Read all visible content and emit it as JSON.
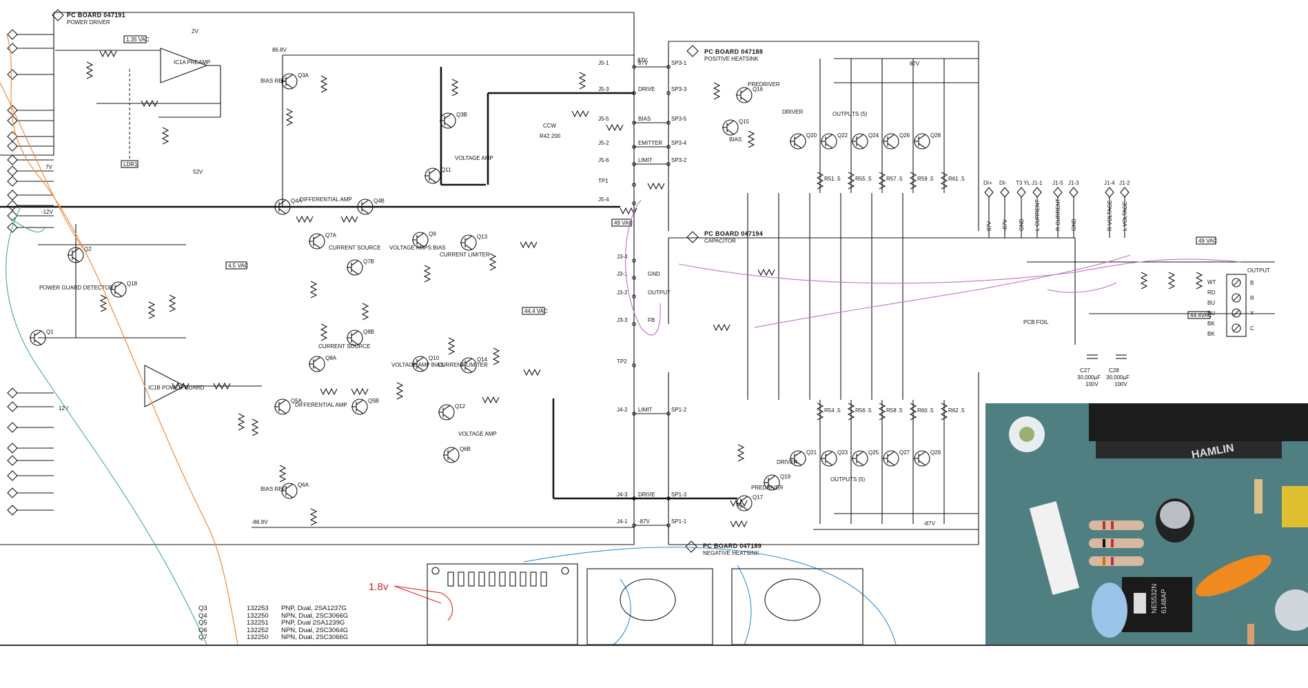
{
  "boards": {
    "power_driver": {
      "title": "PC BOARD 047191",
      "sub": "POWER DRIVER"
    },
    "positive_heatsink": {
      "title": "PC BOARD 047188",
      "sub": "POSITIVE HEATSINK"
    },
    "capacitor": {
      "title": "PC BOARD 047194",
      "sub": "CAPACITOR"
    },
    "negative_heatsink": {
      "title": "PC BOARD 047189",
      "sub": "NEGATIVE HEATSINK"
    }
  },
  "voltage_boxes": {
    "v135": "1.35 VAC",
    "v45": "4.5 VAC",
    "v49a": "49 VAC",
    "v444a": "44.4 VAC",
    "v49b": "49 VAC",
    "v444b": "44.4VAC"
  },
  "labels": {
    "preamp": "IC1A PREAMP",
    "power_guard_ic": "IC1B POWER GUARD",
    "power_guard_detector": "POWER GUARD DETECTOR",
    "ldr": "LDR1",
    "diff_amp_top": "DIFFERENTIAL AMP",
    "diff_amp_bot": "DIFFERENTIAL AMP",
    "current_source_top": "CURRENT SOURCE",
    "current_source_bot": "CURRENT SOURCE",
    "voltage_amp_top": "VOLTAGE AMP",
    "voltage_amp_bot": "VOLTAGE AMP",
    "voltage_amps_bias": "VOLTAGE AMPS BIAS",
    "voltage_amp_bias2": "VOLTAGE AMP BIAS",
    "current_limiter_top": "CURRENT LIMITER",
    "current_limiter_bot": "CURRENT LIMITER",
    "bias_ref_top": "BIAS REF",
    "bias_ref_bot": "BIAS REF",
    "predriver_top": "PREDRIVER",
    "predriver_bot": "PREDRIVER",
    "driver_top": "DRIVER",
    "driver_bot": "DRIVER",
    "outputs_top": "OUTPUTS (5)",
    "outputs_bot": "OUTPUTS (5)",
    "bias": "BIAS",
    "pcb_foil": "PCB FOIL",
    "output": "OUTPUT",
    "ccw": "CCW",
    "r42": "R42 200"
  },
  "connectors": {
    "j5": [
      "J5-1",
      "J5-3",
      "J5-5",
      "J5-2",
      "J5-6",
      "TP1",
      "J5-4"
    ],
    "j5_fn": [
      "87V",
      "DRIVE",
      "BIAS",
      "EMITTER",
      "LIMIT"
    ],
    "sp3": [
      "SP3-1",
      "SP3-3",
      "SP3-5",
      "SP3-4",
      "SP3-2"
    ],
    "j3": [
      "J3-1",
      "J3-2",
      "J3-3",
      "J3-4"
    ],
    "j3_fn": [
      "GND",
      "OUTPUT",
      "FB"
    ],
    "j4": [
      "J4-2",
      "J4-3",
      "J4-1",
      "TP2"
    ],
    "j4_fn": [
      "LIMIT",
      "DRIVE",
      "-87V"
    ],
    "sp1": [
      "SP1-2",
      "SP1-3",
      "SP1-1"
    ]
  },
  "rails": {
    "pos": "87V",
    "neg": "-87V",
    "v868": "86.8V",
    "vneg868": "-86.8V",
    "v12": "12V",
    "vneg12": "-12V",
    "v52": "52V",
    "v7": "7V"
  },
  "transistors": [
    "Q1",
    "Q2",
    "Q3A",
    "Q3B",
    "Q4A",
    "Q4B",
    "Q5A",
    "Q5B",
    "Q6A",
    "Q6B",
    "Q7A",
    "Q7B",
    "Q8A",
    "Q8B",
    "Q9",
    "Q10",
    "Q11",
    "Q12",
    "Q13",
    "Q14",
    "Q15",
    "Q16",
    "Q17",
    "Q18",
    "Q19",
    "Q20",
    "Q21",
    "Q22",
    "Q23",
    "Q24",
    "Q25",
    "Q26",
    "Q27",
    "Q28",
    "Q29"
  ],
  "top_outputs": [
    {
      "q": "Q20",
      "r": "R51 .5"
    },
    {
      "q": "Q22",
      "r": "R55 .5"
    },
    {
      "q": "Q24",
      "r": "R57 .5"
    },
    {
      "q": "Q26",
      "r": "R59 .5"
    },
    {
      "q": "Q28",
      "r": "R61 .5"
    }
  ],
  "bot_outputs": [
    {
      "q": "Q21",
      "r": "R54 .5"
    },
    {
      "q": "Q23",
      "r": "R56 .5"
    },
    {
      "q": "Q25",
      "r": "R58 .5"
    },
    {
      "q": "Q27",
      "r": "R60 .5"
    },
    {
      "q": "Q29",
      "r": "R62 .5"
    }
  ],
  "rail_caps": [
    {
      "name": "C27",
      "value": "30,000µF",
      "v": "100V"
    },
    {
      "name": "C28",
      "value": "30,000µF",
      "v": "100V"
    }
  ],
  "top_right_terminals": [
    "DI+",
    "DI-",
    "T3 YL",
    "J1-1",
    "J1-5",
    "J1-3",
    "J1-4",
    "J1-2"
  ],
  "top_right_terms_sub": [
    "87V",
    "-87V",
    "GND",
    "L CURRENT",
    "R CURRENT",
    "GND",
    "R VOLTAGE",
    "L VOLTAGE"
  ],
  "output_terminals": [
    "B",
    "R",
    "Y",
    "C"
  ],
  "wire_colors": [
    "WT",
    "RD",
    "BU",
    "BU",
    "BK",
    "BK"
  ],
  "annotation": {
    "text": "1.8v",
    "color": "#d22222"
  },
  "parts_table": [
    {
      "ref": "Q3",
      "code": "132253",
      "desc": "PNP, Dual, 2SA1237G"
    },
    {
      "ref": "Q4",
      "code": "132250",
      "desc": "NPN, Dual, 2SC3066G"
    },
    {
      "ref": "Q5",
      "code": "132251",
      "desc": "PNP, Dual 2SA1239G"
    },
    {
      "ref": "Q6",
      "code": "132252",
      "desc": "NPN, Dual, 2SC3064G"
    },
    {
      "ref": "Q7",
      "code": "132250",
      "desc": "NPN, Dual, 2SC3066G"
    }
  ],
  "photo_text": {
    "relay": "HAMLIN",
    "ic": "NE5532N",
    "ic2": "6148AP"
  },
  "colors": {
    "ink": "#111111",
    "pink": "#c070c8",
    "orange": "#f08a3a",
    "green": "#3cb36a",
    "blue": "#2b8fd6",
    "red": "#d22222"
  }
}
